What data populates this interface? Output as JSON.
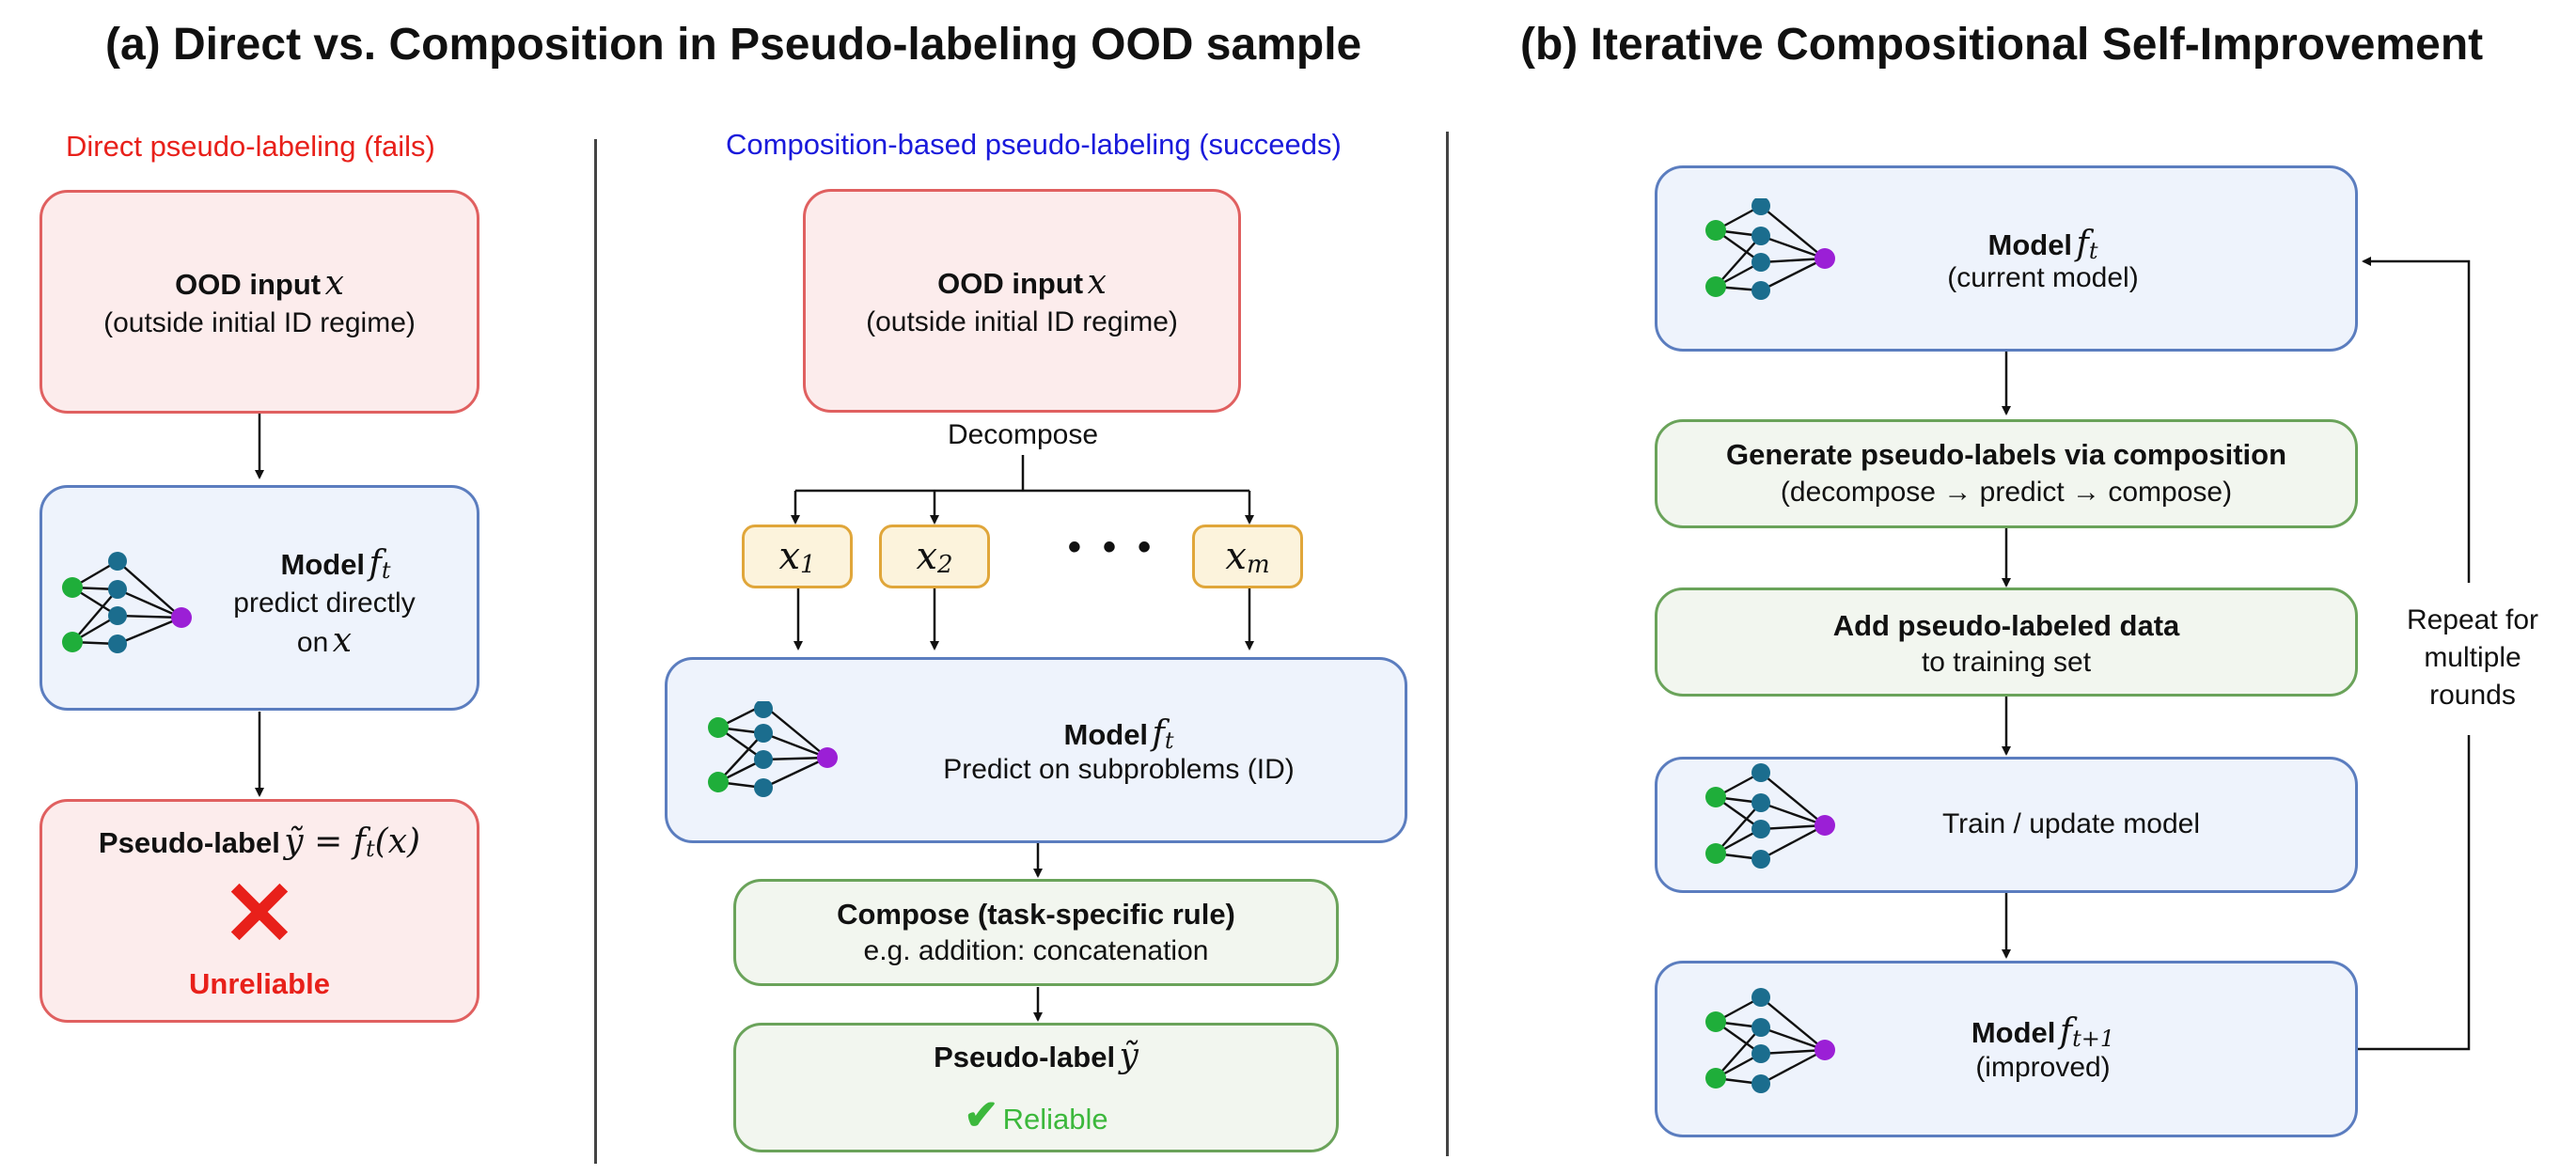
{
  "panel_a": {
    "title": "(a) Direct vs. Composition in Pseudo-labeling OOD sample",
    "direct": {
      "caption": "Direct pseudo-labeling (fails)",
      "ood_title": "OOD input",
      "ood_var": "x",
      "ood_sub": "(outside initial ID regime)",
      "model_title": "Model",
      "model_var": "f",
      "model_var_sub": "t",
      "model_line2": "predict directly",
      "model_line3": "on",
      "model_line3_var": "x",
      "pl_title": "Pseudo-label",
      "pl_formula": "ỹ = f",
      "pl_formula_sub": "t",
      "pl_formula_tail": "(x)",
      "fail_mark": "✕",
      "fail_label": "Unreliable"
    },
    "composition": {
      "caption": "Composition-based pseudo-labeling (succeeds)",
      "ood_title": "OOD input",
      "ood_var": "x",
      "ood_sub": "(outside initial ID regime)",
      "decompose_label": "Decompose",
      "sub_x1": "x",
      "sub_x1_idx": "1",
      "sub_x2": "x",
      "sub_x2_idx": "2",
      "ellipsis": "• • •",
      "sub_xm": "x",
      "sub_xm_idx": "m",
      "model_title": "Model",
      "model_var": "f",
      "model_var_sub": "t",
      "model_sub": "Predict on subproblems (ID)",
      "compose_title": "Compose (task-specific rule)",
      "compose_sub": "e.g. addition: concatenation",
      "pl_title": "Pseudo-label",
      "pl_var": "ỹ",
      "ok_mark": "✔",
      "ok_label": "Reliable"
    }
  },
  "panel_b": {
    "title": "(b) Iterative Compositional Self-Improvement",
    "model_title": "Model",
    "model_var": "f",
    "model_var_sub": "t",
    "model_sub": "(current model)",
    "gen_title": "Generate pseudo-labels via composition",
    "gen_sub": "(decompose → predict → compose)",
    "add_title": "Add pseudo-labeled data",
    "add_sub": "to training set",
    "train_label": "Train / update model",
    "improved_title": "Model",
    "improved_var": "f",
    "improved_var_sub": "t+1",
    "improved_sub": "(improved)",
    "repeat_line1": "Repeat for",
    "repeat_line2": "multiple",
    "repeat_line3": "rounds"
  },
  "colors": {
    "fail_red": "#e8201a",
    "caption_red": "#e8201a",
    "caption_blue": "#1a1adb",
    "ok_green": "#3cb83c",
    "node_green": "#1fae3a",
    "node_teal": "#1b6d8e",
    "node_purple": "#9b1fd6"
  },
  "icons": [
    "neural-network-icon",
    "cross-icon",
    "checkmark-icon",
    "arrow-icon"
  ]
}
